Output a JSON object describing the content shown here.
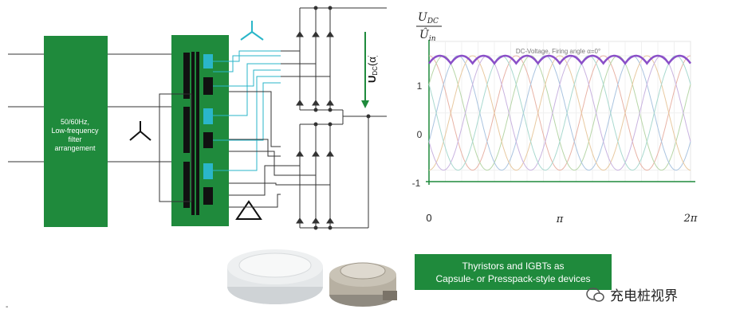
{
  "filter_block": {
    "label_lines": [
      "50/60Hz,",
      "Low-frequency",
      "filter",
      "arrangement"
    ]
  },
  "circuit": {
    "output_voltage_label": "U",
    "output_voltage_sub": "DC",
    "output_voltage_arg": "(α)"
  },
  "chart_data": {
    "type": "line",
    "title": "DC-Voltage, Firing angle α=0°",
    "ylabel_num": "U",
    "ylabel_num_sub": "DC",
    "ylabel_den": "Û",
    "ylabel_den_sub": "in",
    "ylim": [
      -1.2,
      1.25
    ],
    "xlim": [
      0,
      6.283
    ],
    "x_ticks": [
      "0",
      "π",
      "2π"
    ],
    "y_ticks": [
      "1",
      "0",
      "-1"
    ],
    "grid": true,
    "series": [
      {
        "kind": "phase",
        "count": 6,
        "amplitude": 1,
        "colors": [
          "#e8b3a6",
          "#b7d6a8",
          "#aac4e0",
          "#e8c9a0",
          "#c9b3e0",
          "#a9d9cf"
        ]
      },
      {
        "kind": "envelope",
        "pulses": 12,
        "min": 0.866,
        "max": 1,
        "color": "#8a4fc8"
      }
    ]
  },
  "badge": {
    "line1": "Thyristors and IGBTs as",
    "line2": "Capsule- or Presspack-style devices"
  },
  "watermark": {
    "text": "充电桩视界"
  },
  "colors": {
    "green": "#1f8a3c",
    "cyan": "#2ab6c9",
    "dark": "#111111"
  }
}
